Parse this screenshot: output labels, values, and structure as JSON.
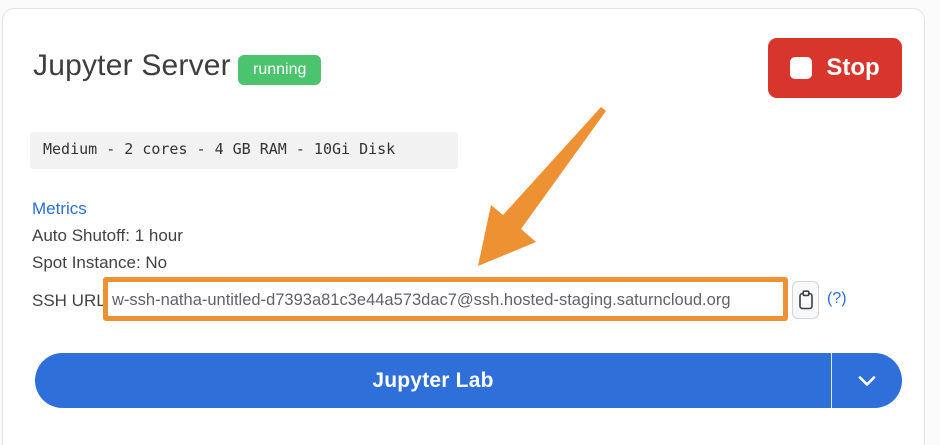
{
  "header": {
    "title": "Jupyter Server",
    "status_badge": "running",
    "stop_button_label": "Stop"
  },
  "specs_text": "Medium - 2 cores - 4 GB RAM - 10Gi Disk",
  "details": {
    "metrics_link": "Metrics",
    "auto_shutoff": "Auto Shutoff: 1 hour",
    "spot_instance": "Spot Instance: No",
    "ssh_label": "SSH URL",
    "ssh_value": "w-ssh-natha-untitled-d7393a81c3e44a573dac7@ssh.hosted-staging.saturncloud.org",
    "help_link": "(?)"
  },
  "launch": {
    "label": "Jupyter Lab"
  },
  "icons": {
    "stop": "stop-square-icon",
    "copy": "clipboard-icon",
    "dropdown": "chevron-down-icon"
  },
  "colors": {
    "status_green": "#4cc36d",
    "stop_red": "#d8352c",
    "primary_blue": "#2e6fd9",
    "link_blue": "#2a6fd4",
    "annotation_orange": "#ee9133"
  }
}
